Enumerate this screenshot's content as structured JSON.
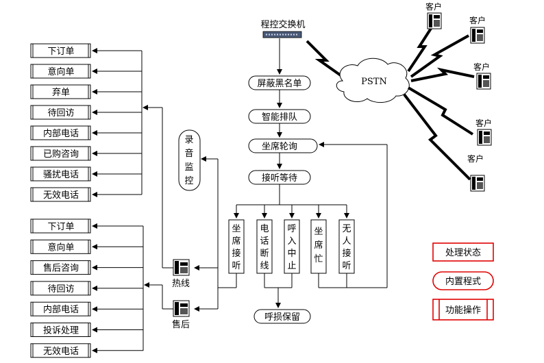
{
  "switch": {
    "label": "程控交换机",
    "icon": "pbx-switch-icon"
  },
  "pstn": {
    "label": "PSTN"
  },
  "customers": [
    "客户",
    "客户",
    "客户",
    "客户",
    "客户"
  ],
  "flow": {
    "blacklist": "屏蔽黑名单",
    "queue": "智能排队",
    "poll": "坐席轮询",
    "wait": "接听等待",
    "hold": "呼损保留"
  },
  "outcomes": [
    "坐席接听",
    "电话断线",
    "呼入中止",
    "坐席忙",
    "无人接听"
  ],
  "recording": "录音监控",
  "hotline": {
    "label": "热线",
    "icon": "telephone-icon"
  },
  "aftersales": {
    "label": "售后",
    "icon": "telephone-icon"
  },
  "hotline_states": [
    "下订单",
    "意向单",
    "弃单",
    "待回访",
    "内部电话",
    "已购咨询",
    "骚扰电话",
    "无效电话"
  ],
  "aftersales_states": [
    "下订单",
    "意向单",
    "售后咨询",
    "待回访",
    "内部电话",
    "投诉处理",
    "无效电话"
  ],
  "legend": {
    "state": "处理状态",
    "builtin": "内置程式",
    "action": "功能操作",
    "colors": {
      "border": "#e00000"
    }
  }
}
